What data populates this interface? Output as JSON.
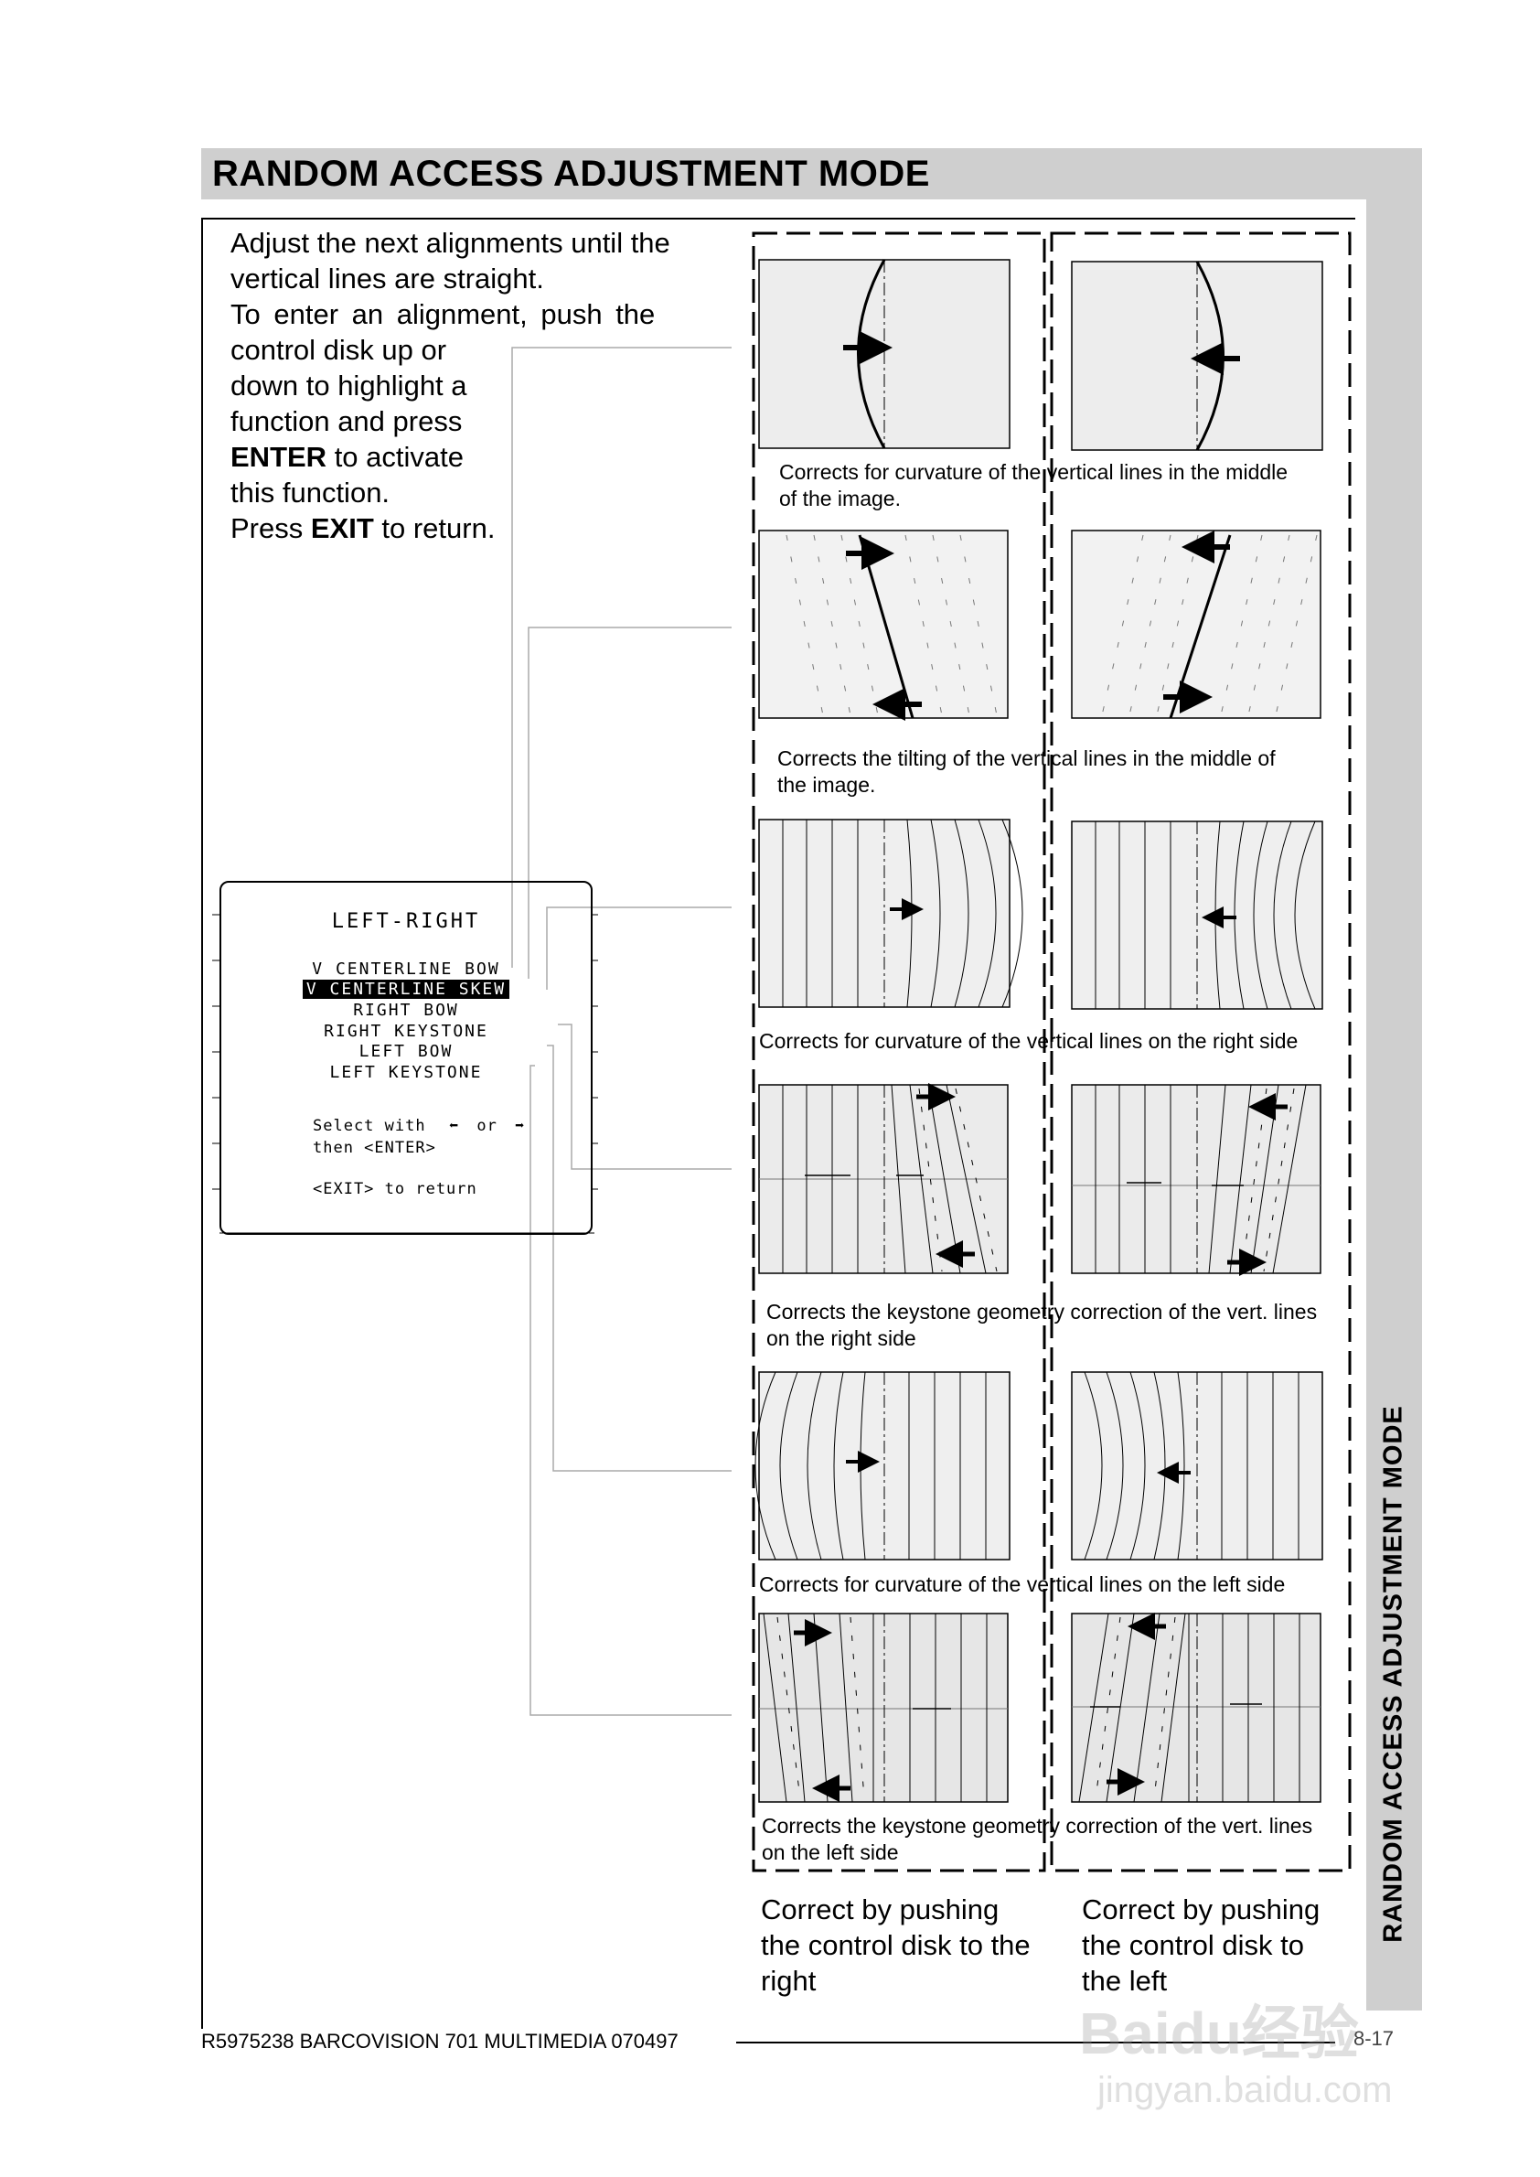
{
  "page": {
    "title": "RANDOM ACCESS ADJUSTMENT MODE",
    "side_title": "RANDOM ACCESS ADJUSTMENT MODE",
    "footer": "R5975238 BARCOVISION 701 MULTIMEDIA 070497",
    "page_number": "8-17"
  },
  "intro": {
    "line1": "Adjust the next alignments until the",
    "line2": "vertical lines are straight.",
    "line3": "To enter an alignment, push the",
    "line4": "control disk up or",
    "line5": "down to highlight a",
    "line6": "function and press",
    "line7_bold": "ENTER",
    "line7_rest": " to activate",
    "line8": "this  function.",
    "line9_pre": "Press ",
    "line9_bold": "EXIT",
    "line9_rest": " to return."
  },
  "menu": {
    "title": "LEFT-RIGHT",
    "items": [
      "V CENTERLINE BOW",
      "V CENTERLINE SKEW",
      "RIGHT BOW",
      "RIGHT KEYSTONE",
      "LEFT BOW",
      "LEFT KEYSTONE"
    ],
    "selected_index": 1,
    "instr_select": "Select with",
    "instr_or": "or",
    "instr_then": "then <ENTER>",
    "instr_exit": "<EXIT> to return"
  },
  "captions": {
    "c1a": "Corrects for curvature of the vertical lines in the middle",
    "c1b": "of the image.",
    "c2a": "Corrects the tilting of the vertical lines in the middle of",
    "c2b": "the image.",
    "c3": "Corrects for curvature of the vertical lines on the right side",
    "c4a": "Corrects the keystone geometry correction of the vert. lines",
    "c4b": "on the right side",
    "c5": "Corrects for curvature of the vertical lines on the left side",
    "c6a": "Corrects the keystone geometry correction of the vert. lines",
    "c6b": "on the left side"
  },
  "bottom": {
    "left_l1": "Correct by pushing",
    "left_l2": "the control disk to the",
    "left_l3": "right",
    "right_l1": "Correct by pushing",
    "right_l2": "the control disk to",
    "right_l3": "the left"
  },
  "watermark": {
    "text": "Baidu经验",
    "url": "jingyan.baidu.com"
  }
}
